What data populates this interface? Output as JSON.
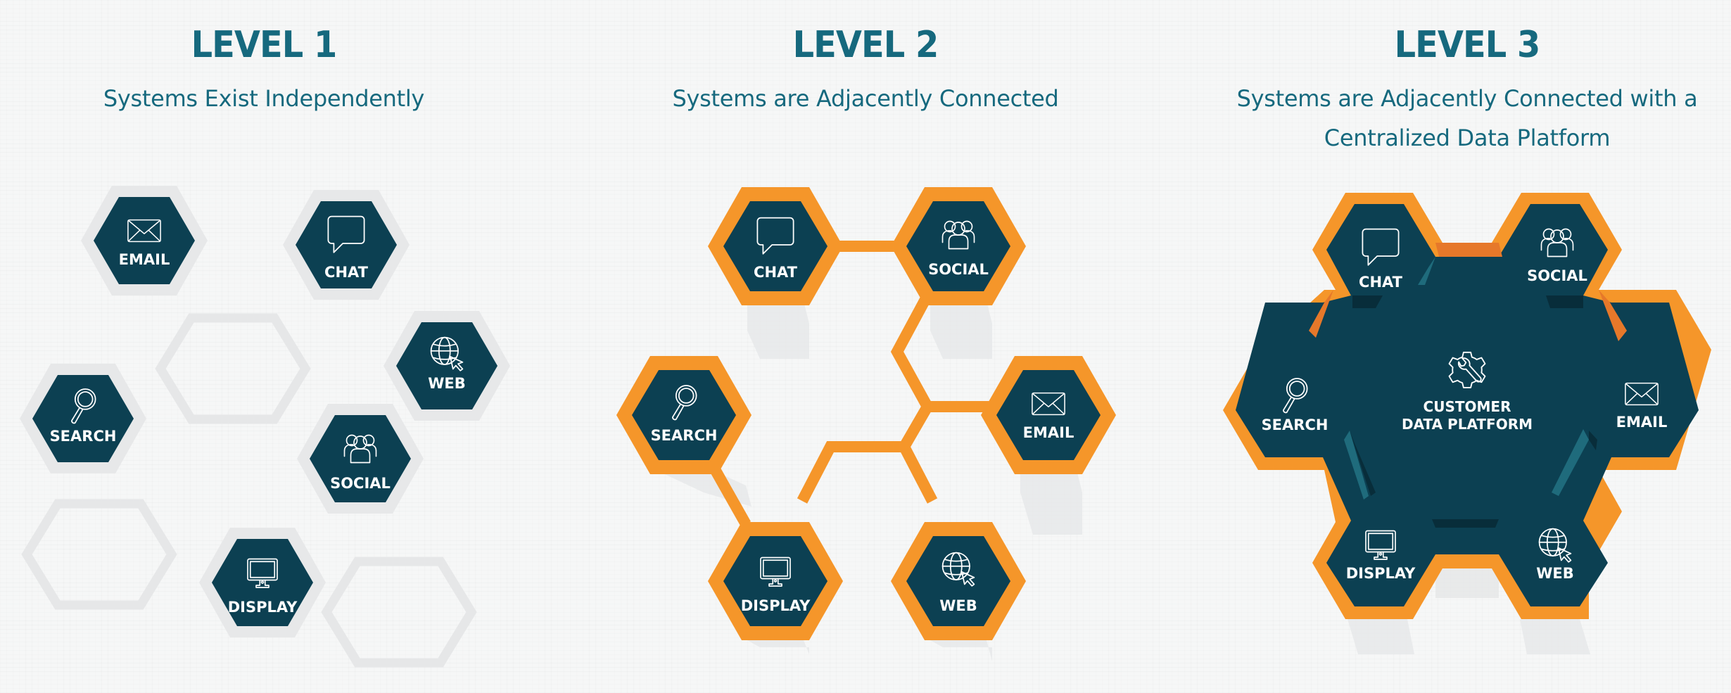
{
  "colors": {
    "title": "#16697e",
    "hex_fill": "#0c4052",
    "orange": "#f5962a",
    "orange_dark": "#e6782a",
    "grey_border": "#e7e8e9",
    "shadow": "#e8e9ea",
    "background": "#f6f7f7"
  },
  "levels": [
    {
      "title": "LEVEL 1",
      "subtitle_lines": [
        "Systems Exist Independently"
      ],
      "nodes": [
        {
          "label": "EMAIL",
          "icon": "envelope-icon"
        },
        {
          "label": "CHAT",
          "icon": "chat-bubble-icon"
        },
        {
          "label": "WEB",
          "icon": "globe-cursor-icon"
        },
        {
          "label": "SEARCH",
          "icon": "magnifier-icon"
        },
        {
          "label": "SOCIAL",
          "icon": "people-group-icon"
        },
        {
          "label": "DISPLAY",
          "icon": "monitor-icon"
        }
      ],
      "empty_slots": 3
    },
    {
      "title": "LEVEL 2",
      "subtitle_lines": [
        "Systems are Adjacently Connected"
      ],
      "nodes": [
        {
          "label": "CHAT",
          "icon": "chat-bubble-icon"
        },
        {
          "label": "SOCIAL",
          "icon": "people-group-icon"
        },
        {
          "label": "SEARCH",
          "icon": "magnifier-icon"
        },
        {
          "label": "EMAIL",
          "icon": "envelope-icon"
        },
        {
          "label": "DISPLAY",
          "icon": "monitor-icon"
        },
        {
          "label": "WEB",
          "icon": "globe-cursor-icon"
        }
      ]
    },
    {
      "title": "LEVEL 3",
      "subtitle_lines": [
        "Systems are Adjacently Connected with a",
        "Centralized Data Platform"
      ],
      "center": {
        "label_lines": [
          "CUSTOMER",
          "DATA PLATFORM"
        ],
        "icon": "gear-wrench-icon"
      },
      "nodes": [
        {
          "label": "CHAT",
          "icon": "chat-bubble-icon"
        },
        {
          "label": "SOCIAL",
          "icon": "people-group-icon"
        },
        {
          "label": "SEARCH",
          "icon": "magnifier-icon"
        },
        {
          "label": "EMAIL",
          "icon": "envelope-icon"
        },
        {
          "label": "DISPLAY",
          "icon": "monitor-icon"
        },
        {
          "label": "WEB",
          "icon": "globe-cursor-icon"
        }
      ]
    }
  ]
}
